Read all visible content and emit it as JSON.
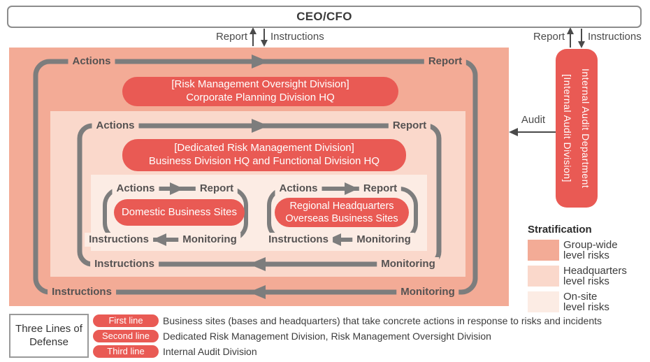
{
  "ceo_box": {
    "label": "CEO/CFO"
  },
  "top_flows": {
    "left": {
      "report": "Report",
      "instructions": "Instructions"
    },
    "right": {
      "report": "Report",
      "instructions": "Instructions"
    }
  },
  "audit": {
    "label": "Audit"
  },
  "internal_audit_box": {
    "line1": "[Internal Audit Division]",
    "line2": "Internal Audit Department"
  },
  "loops": {
    "outer": {
      "actions": "Actions",
      "report": "Report",
      "instructions": "Instructions",
      "monitoring": "Monitoring"
    },
    "middle": {
      "actions": "Actions",
      "report": "Report",
      "instructions": "Instructions",
      "monitoring": "Monitoring"
    },
    "inner_left": {
      "actions": "Actions",
      "report": "Report",
      "instructions": "Instructions",
      "monitoring": "Monitoring"
    },
    "inner_right": {
      "actions": "Actions",
      "report": "Report",
      "instructions": "Instructions",
      "monitoring": "Monitoring"
    }
  },
  "pills": {
    "oversight": {
      "line1": "[Risk Management Oversight Division]",
      "line2": "Corporate Planning Division HQ"
    },
    "dedicated": {
      "line1": "[Dedicated Risk Management Division]",
      "line2": "Business Division HQ and Functional Division HQ"
    },
    "domestic": {
      "line1": "Domestic Business Sites"
    },
    "regional": {
      "line1": "Regional Headquarters",
      "line2": "Overseas Business Sites"
    }
  },
  "legend": {
    "title": "Stratification",
    "items": [
      {
        "line1": "Group-wide",
        "line2": "level risks",
        "color": "#f3ab96"
      },
      {
        "line1": "Headquarters",
        "line2": "level risks",
        "color": "#fad8cb"
      },
      {
        "line1": "On-site",
        "line2": "level risks",
        "color": "#fcece4"
      }
    ]
  },
  "three_lines": {
    "title_line1": "Three Lines of",
    "title_line2": "Defense",
    "rows": [
      {
        "badge": "First line",
        "text": "Business sites (bases and headquarters) that take concrete actions in response to risks and incidents"
      },
      {
        "badge": "Second line",
        "text": "Dedicated Risk Management Division, Risk Management Oversight Division"
      },
      {
        "badge": "Third line",
        "text": "Internal Audit Division"
      }
    ]
  },
  "colors": {
    "group_wide_layer": "#f3ab96",
    "headquarters_layer": "#fad8cb",
    "onsite_layer": "#fcece4",
    "accent_red": "#e95a54",
    "loop_line_gray": "#7d7d7d"
  }
}
